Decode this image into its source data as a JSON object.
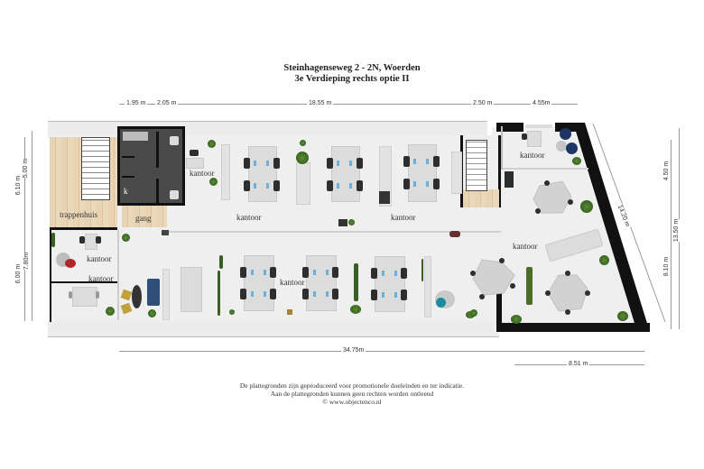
{
  "header": {
    "address": "Steinhagenseweg 2 - 2N, Woerden",
    "floor": "3e Verdieping rechts optie II"
  },
  "dimensions": {
    "top": [
      "1.95 m",
      "2.05 m",
      "18.55 m",
      "2.50 m",
      "4.55m"
    ],
    "left_outer": [
      "6.10 m",
      "6.00 m"
    ],
    "left_inner": [
      "5.00 m",
      "7.80m"
    ],
    "right_inner": [
      "4.50 m",
      "8.10 m"
    ],
    "right_outer": "13.50 m",
    "diagonal": "14.20 m",
    "bottom_total": "34.75m",
    "bottom_right": "8.51 m"
  },
  "rooms": {
    "trappenhuis": "trappenhuis",
    "gang": "gang",
    "k": "k",
    "kantoor_small_top": "kantoor",
    "kantoor_center_left": "kantoor",
    "kantoor_center_right": "kantoor",
    "kantoor_left_upper": "kantoor",
    "kantoor_left_lower": "kantoor",
    "kantoor_bottom_center": "kantoor",
    "kantoor_right_top": "kantoor",
    "kantoor_right_main": "kantoor"
  },
  "footer": {
    "line1": "De plattegronden zijn geproduceerd voor promotionele doeleinden en ter indicatie.",
    "line2": "Aan de plattegronden kunnen geen rechten worden ontleend",
    "line3": "© www.objectenco.nl"
  },
  "colors": {
    "wall": "#111111",
    "floor": "#efefef",
    "wood": "#e2cba8",
    "toilet_block": "#4a4a4a",
    "sofa": "#2e4f7a",
    "accent_red": "#b0262a",
    "accent_teal": "#1e8aa0"
  }
}
